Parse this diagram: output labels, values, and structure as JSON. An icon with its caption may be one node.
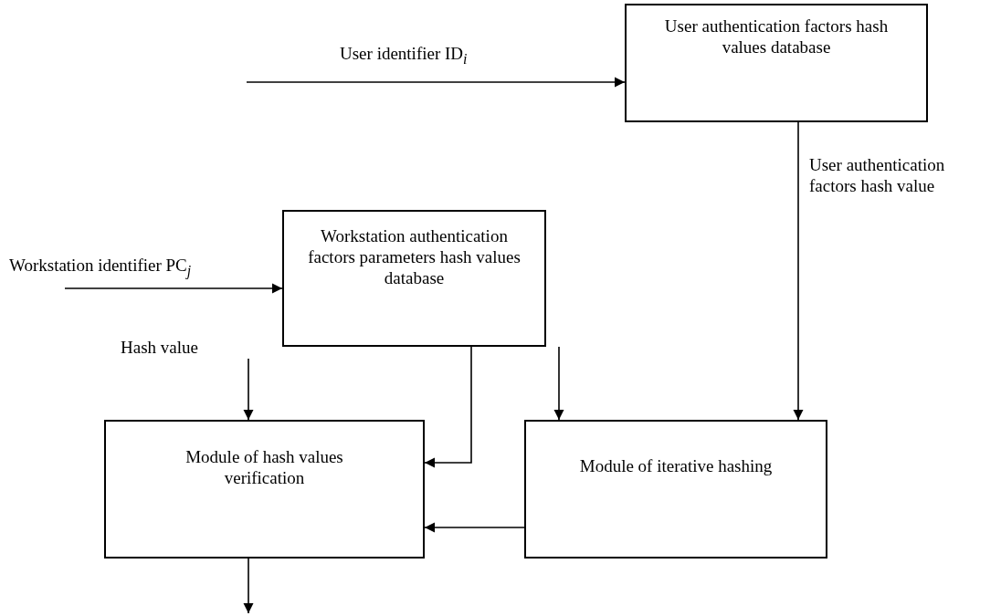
{
  "diagram": {
    "nodes": [
      {
        "text": [
          "User authentication factors hash values database"
        ]
      },
      {
        "text": [
          "Workstation authentication factors parameters hash values database"
        ]
      },
      {
        "text": [
          "Module of hash values verification"
        ]
      },
      {
        "text": [
          "Module of iterative hashing"
        ]
      }
    ],
    "edges": [
      {
        "from": null,
        "to": 0,
        "arrow": "to",
        "label": "User identifier ID$_{i}$"
      },
      {
        "from": null,
        "to": 1,
        "arrow": "to",
        "label": "Workstation identifier PC$_{j}$"
      },
      {
        "from": 0,
        "to": 3,
        "arrow": "to",
        "label": "User authentication factors hash value"
      },
      {
        "from": null,
        "to": 2,
        "arrow": "to",
        "label": "Hash value"
      },
      {
        "from": 1,
        "to": 2,
        "arrow": "to"
      },
      {
        "from": 1,
        "to": 3,
        "arrow": "to"
      },
      {
        "from": 3,
        "to": 2,
        "arrow": "to"
      },
      {
        "from": 2,
        "to": null,
        "arrow": "to"
      }
    ]
  }
}
